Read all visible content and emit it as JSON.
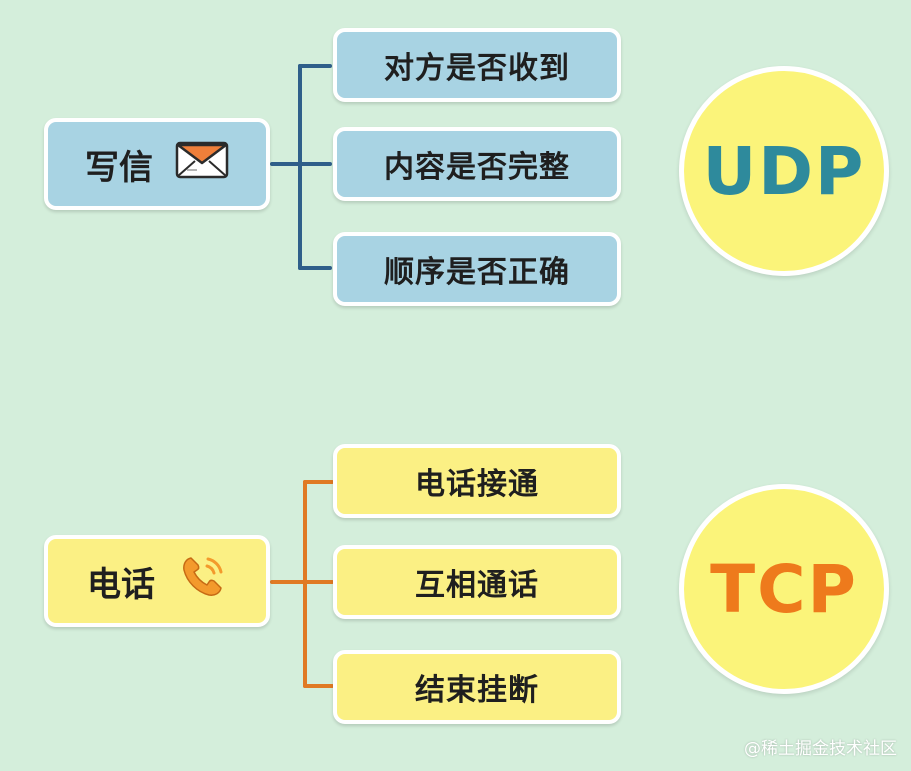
{
  "udp_group": {
    "root_label": "写信",
    "icon": "envelope-icon",
    "items": [
      "对方是否收到",
      "内容是否完整",
      "顺序是否正确"
    ],
    "protocol": "UDP",
    "protocol_color": "#2e8a9c",
    "line_color": "#2f5f8a"
  },
  "tcp_group": {
    "root_label": "电话",
    "icon": "phone-icon",
    "items": [
      "电话接通",
      "互相通话",
      "结束挂断"
    ],
    "protocol": "TCP",
    "protocol_color": "#ee7a1c",
    "line_color": "#e07a24"
  },
  "watermark": "@稀土掘金技术社区"
}
